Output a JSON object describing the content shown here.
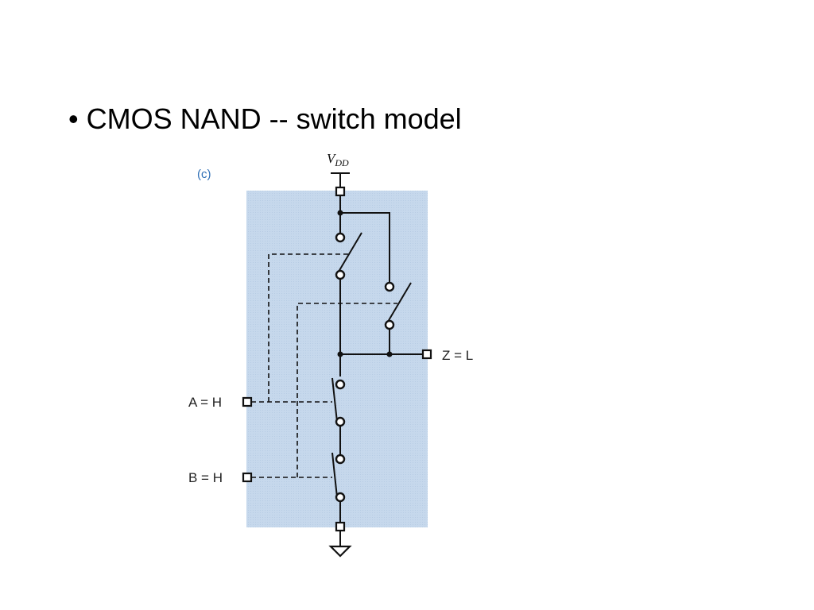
{
  "slide": {
    "bullet_char": "•",
    "bullet_text": "CMOS NAND -- switch model"
  },
  "diagram": {
    "panel_label": "(c)",
    "supply_label": "V",
    "supply_subscript": "DD",
    "input_a_label": "A = H",
    "input_b_label": "B = H",
    "output_label": "Z = L",
    "colors": {
      "panel_fill": "#c6d8ec",
      "wire": "#111111",
      "panel_label": "#2f6fb6"
    }
  }
}
